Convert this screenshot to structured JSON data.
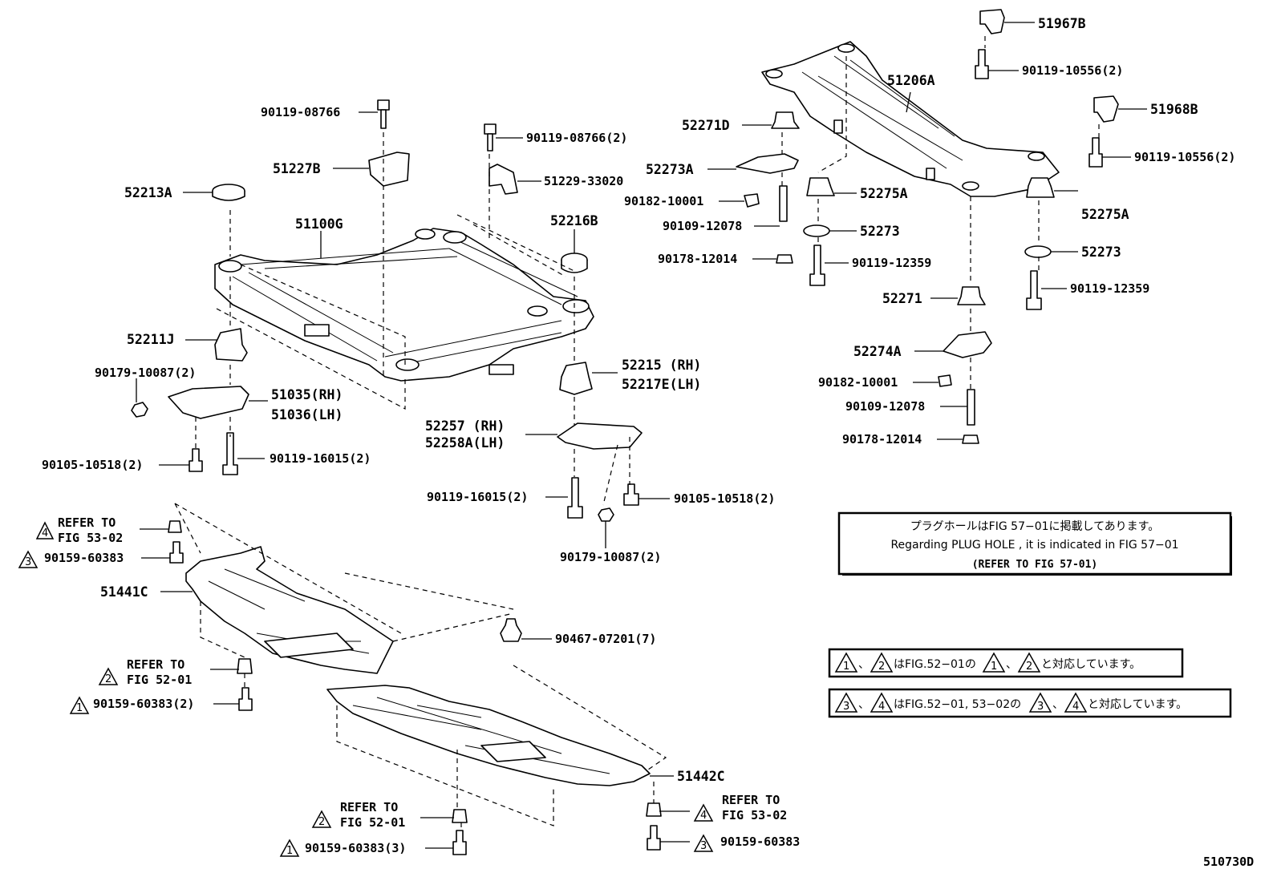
{
  "figure_code": "510730D",
  "part_labels": {
    "p_90119_08766": "90119-08766",
    "p_51227B": "51227B",
    "p_52213A": "52213A",
    "p_51100G": "51100G",
    "p_90119_08766_2": "90119-08766(2)",
    "p_51229_33020": "51229-33020",
    "p_52216B": "52216B",
    "p_52211J": "52211J",
    "p_90179_10087_2": "90179-10087(2)",
    "p_51035_RH": "51035(RH)",
    "p_51036_LH": "51036(LH)",
    "p_90105_10518_2a": "90105-10518(2)",
    "p_90119_16015_2a": "90119-16015(2)",
    "p_52215_RH": "52215 (RH)",
    "p_52217E_LH": "52217E(LH)",
    "p_52257_RH": "52257 (RH)",
    "p_52258A_LH": "52258A(LH)",
    "p_90119_16015_2b": "90119-16015(2)",
    "p_90105_10518_2b": "90105-10518(2)",
    "p_90179_10087_2b": "90179-10087(2)",
    "p_51967B": "51967B",
    "p_90119_10556_2a": "90119-10556(2)",
    "p_51206A": "51206A",
    "p_51968B": "51968B",
    "p_90119_10556_2b": "90119-10556(2)",
    "p_52271D": "52271D",
    "p_52273A": "52273A",
    "p_90182_10001a": "90182-10001",
    "p_90109_12078a": "90109-12078",
    "p_90178_12014a": "90178-12014",
    "p_52275A_a": "52275A",
    "p_52273_a": "52273",
    "p_90119_12359a": "90119-12359",
    "p_52275A_b": "52275A",
    "p_52273_b": "52273",
    "p_90119_12359b": "90119-12359",
    "p_52271": "52271",
    "p_52274A": "52274A",
    "p_90182_10001b": "90182-10001",
    "p_90109_12078b": "90109-12078",
    "p_90178_12014b": "90178-12014",
    "p_51441C": "51441C",
    "p_90159_60383_a": "90159-60383",
    "p_90467_07201": "90467-07201(7)",
    "p_90159_60383_2": "90159-60383(2)",
    "p_51442C": "51442C",
    "p_90159_60383_3": "90159-60383(3)",
    "p_90159_60383_b": "90159-60383"
  },
  "refer_labels": {
    "refer_to": "REFER TO",
    "fig_53_02": "FIG 53-02",
    "fig_52_01": "FIG 52-01"
  },
  "triangle_marks": {
    "one": "1",
    "two": "2",
    "three": "3",
    "four": "4"
  },
  "plug_hole_note": {
    "line1": "プラグホールはFIG 57−01に掲載してあります。",
    "line2": "Regarding PLUG HOLE , it is indicated in FIG 57−01",
    "line3": "(REFER TO FIG 57-01)"
  },
  "correspondence_notes": {
    "note1_sep": "、",
    "note1_mid": "はFIG.52−01の",
    "note1_sep2": "、",
    "note1_end": "と対応しています。",
    "note2_sep": "、",
    "note2_mid": "はFIG.52−01, 53−02の",
    "note2_sep2": "、",
    "note2_end": "と対応しています。"
  }
}
